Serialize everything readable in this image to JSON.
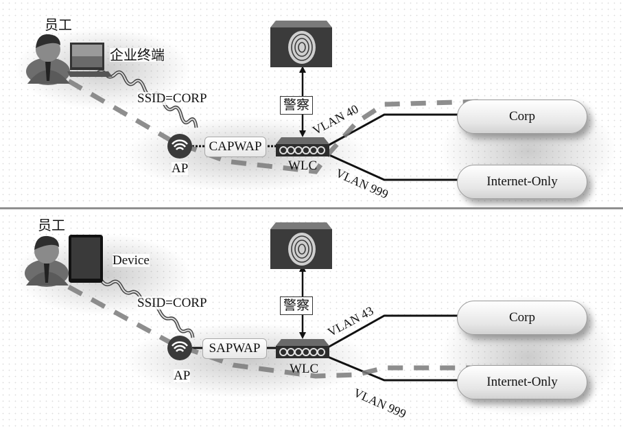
{
  "diagram": {
    "top": {
      "employee_label": "员工",
      "device_label": "企业终端",
      "device_icon": "laptop-icon",
      "ssid_label": "SSID=CORP",
      "ap_label": "AP",
      "tunnel_label": "CAPWAP",
      "controller_label": "WLC",
      "policy_label": "警察",
      "policy_icon": "fingerprint-icon",
      "vlan_upper": "VLAN 40",
      "vlan_lower": "VLAN 999",
      "network_upper": "Corp",
      "network_lower": "Internet-Only",
      "traffic_path_to": "Corp"
    },
    "bottom": {
      "employee_label": "员工",
      "device_label": "Device",
      "device_icon": "tablet-icon",
      "ssid_label": "SSID=CORP",
      "ap_label": "AP",
      "tunnel_label": "SAPWAP",
      "controller_label": "WLC",
      "policy_label": "警察",
      "policy_icon": "fingerprint-icon",
      "vlan_upper": "VLAN 43",
      "vlan_lower": "VLAN 999",
      "network_upper": "Corp",
      "network_lower": "Internet-Only",
      "traffic_path_to": "Internet-Only"
    },
    "colors": {
      "path_dash": "#7a7a7a",
      "link_line": "#111111",
      "device_dark": "#3a3a3a"
    }
  }
}
